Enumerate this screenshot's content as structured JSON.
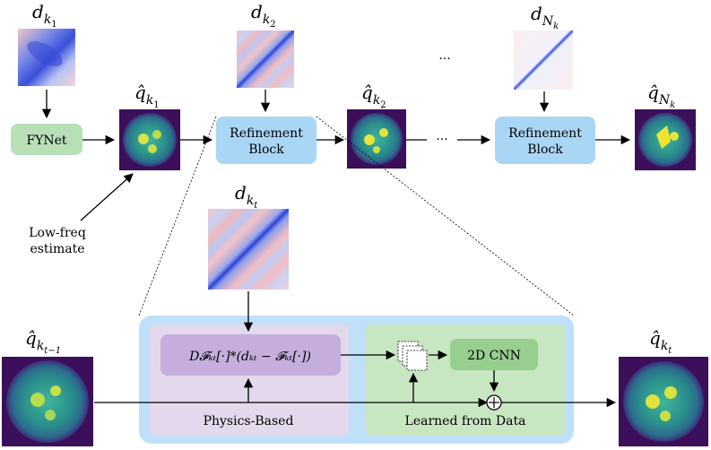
{
  "top": {
    "inputs": {
      "d1": {
        "base": "d",
        "sub": "k",
        "subsub": "1"
      },
      "d2": {
        "base": "d",
        "sub": "k",
        "subsub": "2"
      },
      "dN": {
        "base": "d",
        "sub": "N",
        "subsub": "k"
      }
    },
    "outputs": {
      "q1": {
        "base": "q̂",
        "sub": "k",
        "subsub": "1"
      },
      "q2": {
        "base": "q̂",
        "sub": "k",
        "subsub": "2"
      },
      "qN": {
        "base": "q̂",
        "sub": "N",
        "subsub": "k"
      }
    },
    "fynet_label": "FYNet",
    "refinement_label_line1": "Refinement",
    "refinement_label_line2": "Block",
    "ellipsis": "···",
    "lowfreq_line1": "Low-freq",
    "lowfreq_line2": "estimate"
  },
  "detail": {
    "dt": {
      "base": "d",
      "sub": "k",
      "subsub": "t"
    },
    "q_in": {
      "base": "q̂",
      "sub": "k",
      "subsub": "t−1"
    },
    "q_out": {
      "base": "q̂",
      "sub": "k",
      "subsub": "t"
    },
    "physics_formula": "D𝓕ₖₜ[·]*(dₖₜ − 𝓕ₖₜ[·])",
    "physics_label": "Physics-Based",
    "learned_label": "Learned from Data",
    "cnn_label": "2D CNN",
    "sum_symbol": "+"
  },
  "colors": {
    "fynet_fill": "#b9dfb9",
    "refine_fill": "#a9d6f5",
    "outer_fill": "#bfe0f8",
    "physics_fill": "#e3d8ec",
    "physics_box": "#c5aedd",
    "learned_fill": "#c8e6c2",
    "cnn_fill": "#97cf8e",
    "img_bg": "#3b0f5a"
  }
}
